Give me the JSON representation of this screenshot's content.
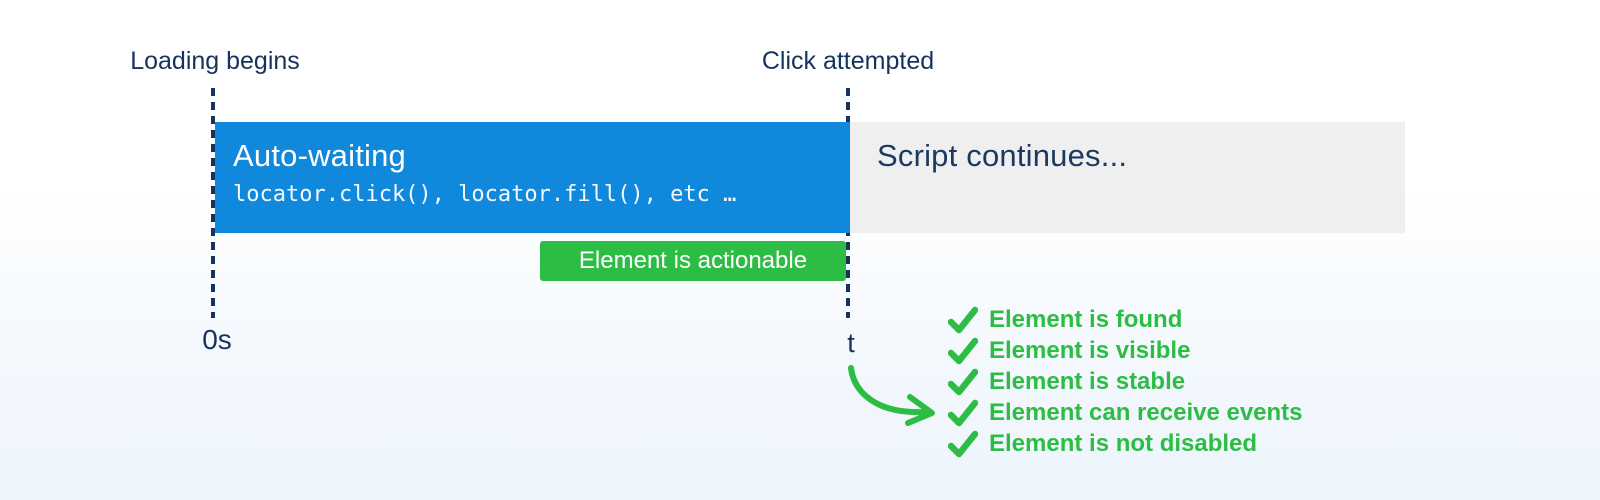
{
  "colors": {
    "navy_text": "#15335C",
    "auto_wait_bar_blue": "#1088DC",
    "script_bar_gray": "#EFEFEF",
    "green": "#2DBD45",
    "background_bottom": "#EDF4FC",
    "white_text": "#FFFFFF"
  },
  "timeline": {
    "start_label": "Loading begins",
    "end_label": "Click attempted",
    "start_tick": "0s",
    "end_tick": "t"
  },
  "bars": {
    "auto_waiting": {
      "title": "Auto-waiting",
      "code": "locator.click(), locator.fill(), etc …"
    },
    "script": {
      "title": "Script continues..."
    }
  },
  "badge": {
    "label": "Element is actionable"
  },
  "checklist": {
    "check_icon": "checkmark",
    "items": [
      {
        "label": "Element is found"
      },
      {
        "label": "Element is visible"
      },
      {
        "label": "Element is stable"
      },
      {
        "label": "Element can receive events"
      },
      {
        "label": "Element is not disabled"
      }
    ]
  }
}
